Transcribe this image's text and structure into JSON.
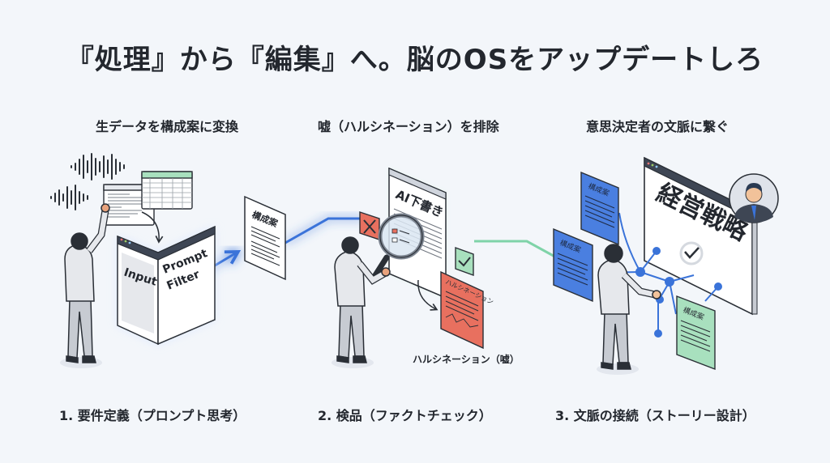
{
  "title": "『処理』から『編集』へ。脳のOSをアップデートしろ",
  "panels": [
    {
      "subtitle": "生データを構成案に変換",
      "step": "1. 要件定義（プロンプト思考）",
      "filter_left_label": "Input",
      "filter_right_label_line1": "Prompt",
      "filter_right_label_line2": "Filter",
      "output_doc_label": "構成案"
    },
    {
      "subtitle": "嘘（ハルシネーション）を排除",
      "step": "2. 検品（ファクトチェック）",
      "draft_label": "AI下書き",
      "rejected_doc_label": "ハルシネーション",
      "rejected_caption": "ハルシネーション（嘘）"
    },
    {
      "subtitle": "意思決定者の文脈に繋ぐ",
      "step": "3. 文脈の接続（ストーリー設計）",
      "board_label": "経営戦略",
      "doc_labels": [
        "構成案",
        "構成案",
        "構成案"
      ]
    }
  ],
  "colors": {
    "background": "#f3f6fa",
    "text": "#23272e",
    "accent_blue": "#3a73d9",
    "accent_green": "#7fd3a8",
    "reject_red": "#e8705f",
    "doc_blue": "#4a7fe0",
    "doc_green": "#a8e0be"
  }
}
